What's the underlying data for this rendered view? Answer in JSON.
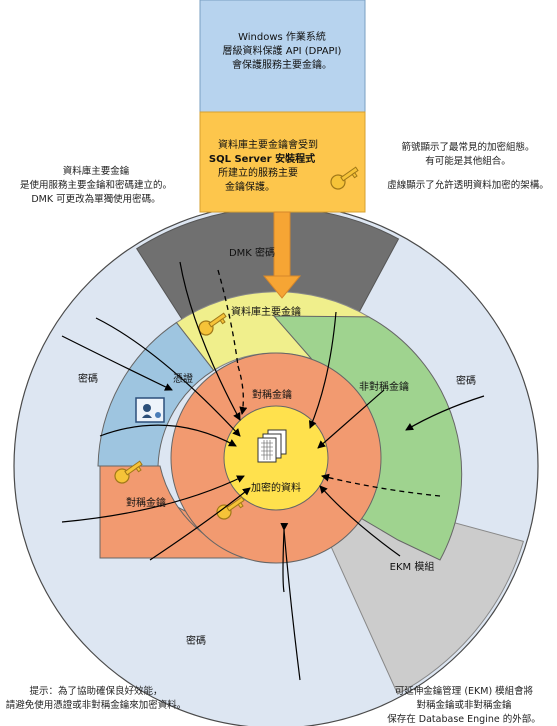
{
  "boxes": {
    "windows": [
      "Windows 作業系統",
      "層級資料保護 API (DPAPI)",
      "會保護服務主要金鑰。"
    ],
    "smk": [
      "資料庫主要金鑰會受到",
      "SQL Server 安裝程式",
      "所建立的服務主要",
      "金鑰保護。"
    ]
  },
  "notes": {
    "dmk_note": [
      "資料庫主要金鑰",
      "是使用服務主要金鑰和密碼建立的。",
      "DMK 可更改為單獨使用密碼。"
    ],
    "arrow_note": [
      "箭號顯示了最常見的加密組態。",
      "有可能是其他組合。"
    ],
    "dash_note": [
      "虛線顯示了允許透明資料加密的架構。"
    ],
    "tip": [
      "提示：為了協助確保良好效能，",
      "請避免使用憑證或非對稱金鑰來加密資料。"
    ],
    "ekm_note": [
      "可延伸金鑰管理 (EKM) 模組會將",
      "對稱金鑰或非對稱金鑰",
      "保存在 Database Engine 的外部。"
    ]
  },
  "rings": {
    "dmk_password": "DMK 密碼",
    "db_master_key": "資料庫主要金鑰",
    "certificate": "憑證",
    "asymmetric_key": "非對稱金鑰",
    "symmetric_key_outer": "對稱金鑰",
    "symmetric_key_inner": "對稱金鑰",
    "encrypted_data": "加密的資料",
    "ekm_module": "EKM 模組",
    "password_left": "密碼",
    "password_right": "密碼",
    "password_bottom": "密碼"
  },
  "colors": {
    "outer_ring": "#dde6f2",
    "dmk_gray": "#707070",
    "db_master_yellow": "#f0ef8c",
    "certificate_blue": "#9ec5e0",
    "asymmetric_green": "#9fd38f",
    "symmetric_orange": "#f29a70",
    "ekm_gray": "#cccccc",
    "center_yellow": "#ffe14d",
    "windows_box": "#b7d3ee",
    "smk_box": "#fdc64c",
    "arrow_orange": "#f6a534"
  }
}
